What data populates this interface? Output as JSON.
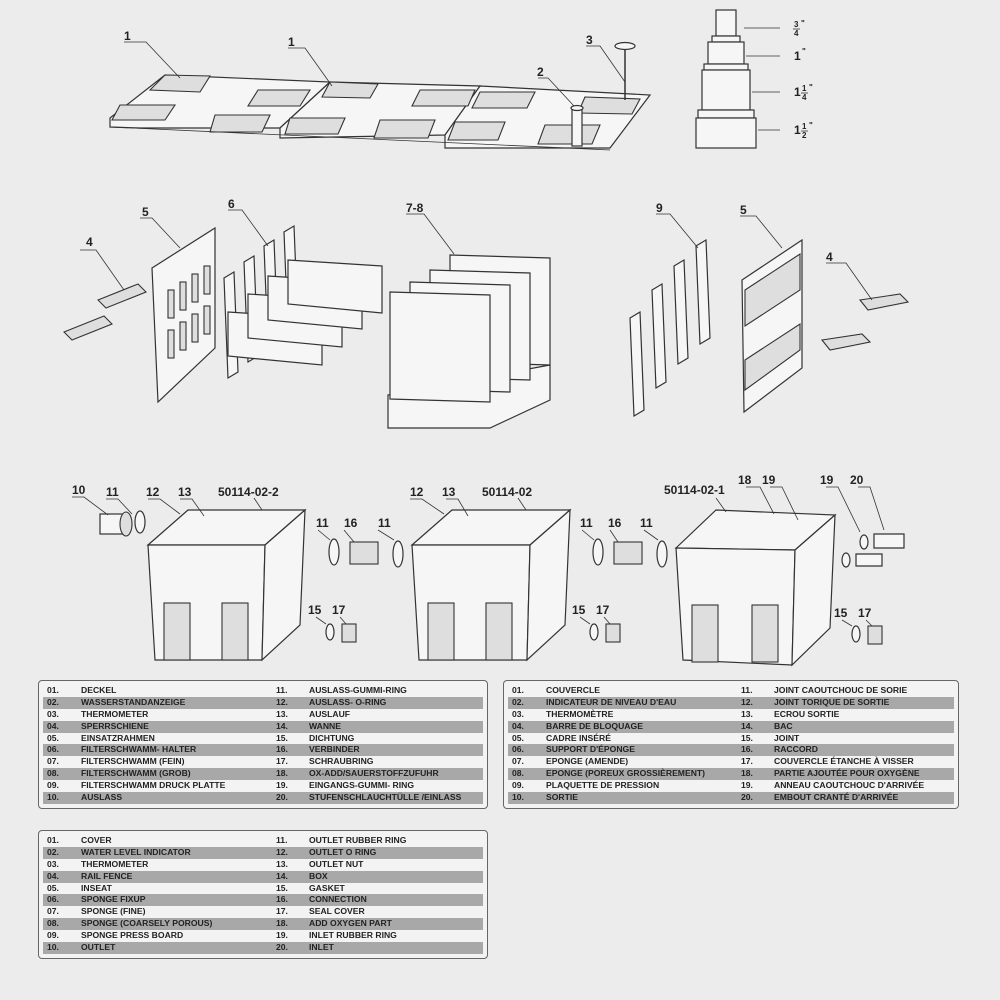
{
  "callouts": {
    "c1a": "1",
    "c1b": "1",
    "c2": "2",
    "c3": "3",
    "c4a": "4",
    "c5a": "5",
    "c6": "6",
    "c78": "7-8",
    "c9": "9",
    "c5b": "5",
    "c4b": "4",
    "c10": "10",
    "c11a": "11",
    "c12a": "12",
    "c13a": "13",
    "model_a": "50114-02-2",
    "c11b": "11",
    "c16a": "16",
    "c11c": "11",
    "c12b": "12",
    "c13b": "13",
    "model_b": "50114-02",
    "c11d": "11",
    "c16b": "16",
    "c11e": "11",
    "model_c": "50114-02-1",
    "c18": "18",
    "c19a": "19",
    "c19b": "19",
    "c20": "20",
    "c15a": "15",
    "c17a": "17",
    "c15b": "15",
    "c17b": "17",
    "c15c": "15",
    "c17c": "17"
  },
  "hose_sizes": [
    {
      "whole": "",
      "num": "3",
      "den": "4",
      "unit": "\""
    },
    {
      "whole": "1",
      "num": "",
      "den": "",
      "unit": "\""
    },
    {
      "whole": "1",
      "num": "1",
      "den": "4",
      "unit": "\""
    },
    {
      "whole": "1",
      "num": "1",
      "den": "2",
      "unit": "\""
    }
  ],
  "legends": {
    "german": [
      [
        "01.",
        "DECKEL",
        "11.",
        "AUSLASS-GUMMI-RING"
      ],
      [
        "02.",
        "WASSERSTANDANZEIGE",
        "12.",
        "AUSLASS- O-RING"
      ],
      [
        "03.",
        "THERMOMETER",
        "13.",
        "AUSLAUF"
      ],
      [
        "04.",
        "SPERRSCHIENE",
        "14.",
        "WANNE"
      ],
      [
        "05.",
        "EINSATZRAHMEN",
        "15.",
        "DICHTUNG"
      ],
      [
        "06.",
        "FILTERSCHWAMM- HALTER",
        "16.",
        "VERBINDER"
      ],
      [
        "07.",
        "FILTERSCHWAMM (FEIN)",
        "17.",
        "SCHRAUBRING"
      ],
      [
        "08.",
        "FILTERSCHWAMM (GROB)",
        "18.",
        "OX-ADD/SAUERSTOFFZUFUHR"
      ],
      [
        "09.",
        "FILTERSCHWAMM DRUCK PLATTE",
        "19.",
        "EINGANGS-GUMMI- RING"
      ],
      [
        "10.",
        "AUSLASS",
        "20.",
        "STUFENSCHLAUCHTÜLLE /EINLASS"
      ]
    ],
    "french": [
      [
        "01.",
        "COUVERCLE",
        "11.",
        "JOINT CAOUTCHOUC DE SORIE"
      ],
      [
        "02.",
        "INDICATEUR DE NIVEAU D'EAU",
        "12.",
        "JOINT TORIQUE DE SORTIE"
      ],
      [
        "03.",
        "THERMOMÈTRE",
        "13.",
        "ECROU SORTIE"
      ],
      [
        "04.",
        "BARRE DE BLOQUAGE",
        "14.",
        "BAC"
      ],
      [
        "05.",
        "CADRE INSÉRÉ",
        "15.",
        "JOINT"
      ],
      [
        "06.",
        "SUPPORT D'ÉPONGE",
        "16.",
        "RACCORD"
      ],
      [
        "07.",
        "EPONGE (AMENDE)",
        "17.",
        "COUVERCLE ÉTANCHE À VISSER"
      ],
      [
        "08.",
        "EPONGE (POREUX GROSSIÈREMENT)",
        "18.",
        "PARTIE AJOUTÉE POUR OXYGÈNE"
      ],
      [
        "09.",
        "PLAQUETTE DE PRESSION",
        "19.",
        "ANNEAU CAOUTCHOUC D'ARRIVÉE"
      ],
      [
        "10.",
        "SORTIE",
        "20.",
        "EMBOUT CRANTÉ D'ARRIVÉE"
      ]
    ],
    "english": [
      [
        "01.",
        "COVER",
        "11.",
        "OUTLET RUBBER RING"
      ],
      [
        "02.",
        "WATER LEVEL INDICATOR",
        "12.",
        "OUTLET O RING"
      ],
      [
        "03.",
        "THERMOMETER",
        "13.",
        "OUTLET NUT"
      ],
      [
        "04.",
        "RAIL FENCE",
        "14.",
        "BOX"
      ],
      [
        "05.",
        "INSEAT",
        "15.",
        "GASKET"
      ],
      [
        "06.",
        "SPONGE FIXUP",
        "16.",
        "CONNECTION"
      ],
      [
        "07.",
        "SPONGE (FINE)",
        "17.",
        "SEAL COVER"
      ],
      [
        "08.",
        "SPONGE (COARSELY POROUS)",
        "18.",
        "ADD OXYGEN PART"
      ],
      [
        "09.",
        "SPONGE PRESS BOARD",
        "19.",
        "INLET RUBBER RING"
      ],
      [
        "10.",
        "OUTLET",
        "20.",
        "INLET"
      ]
    ]
  }
}
